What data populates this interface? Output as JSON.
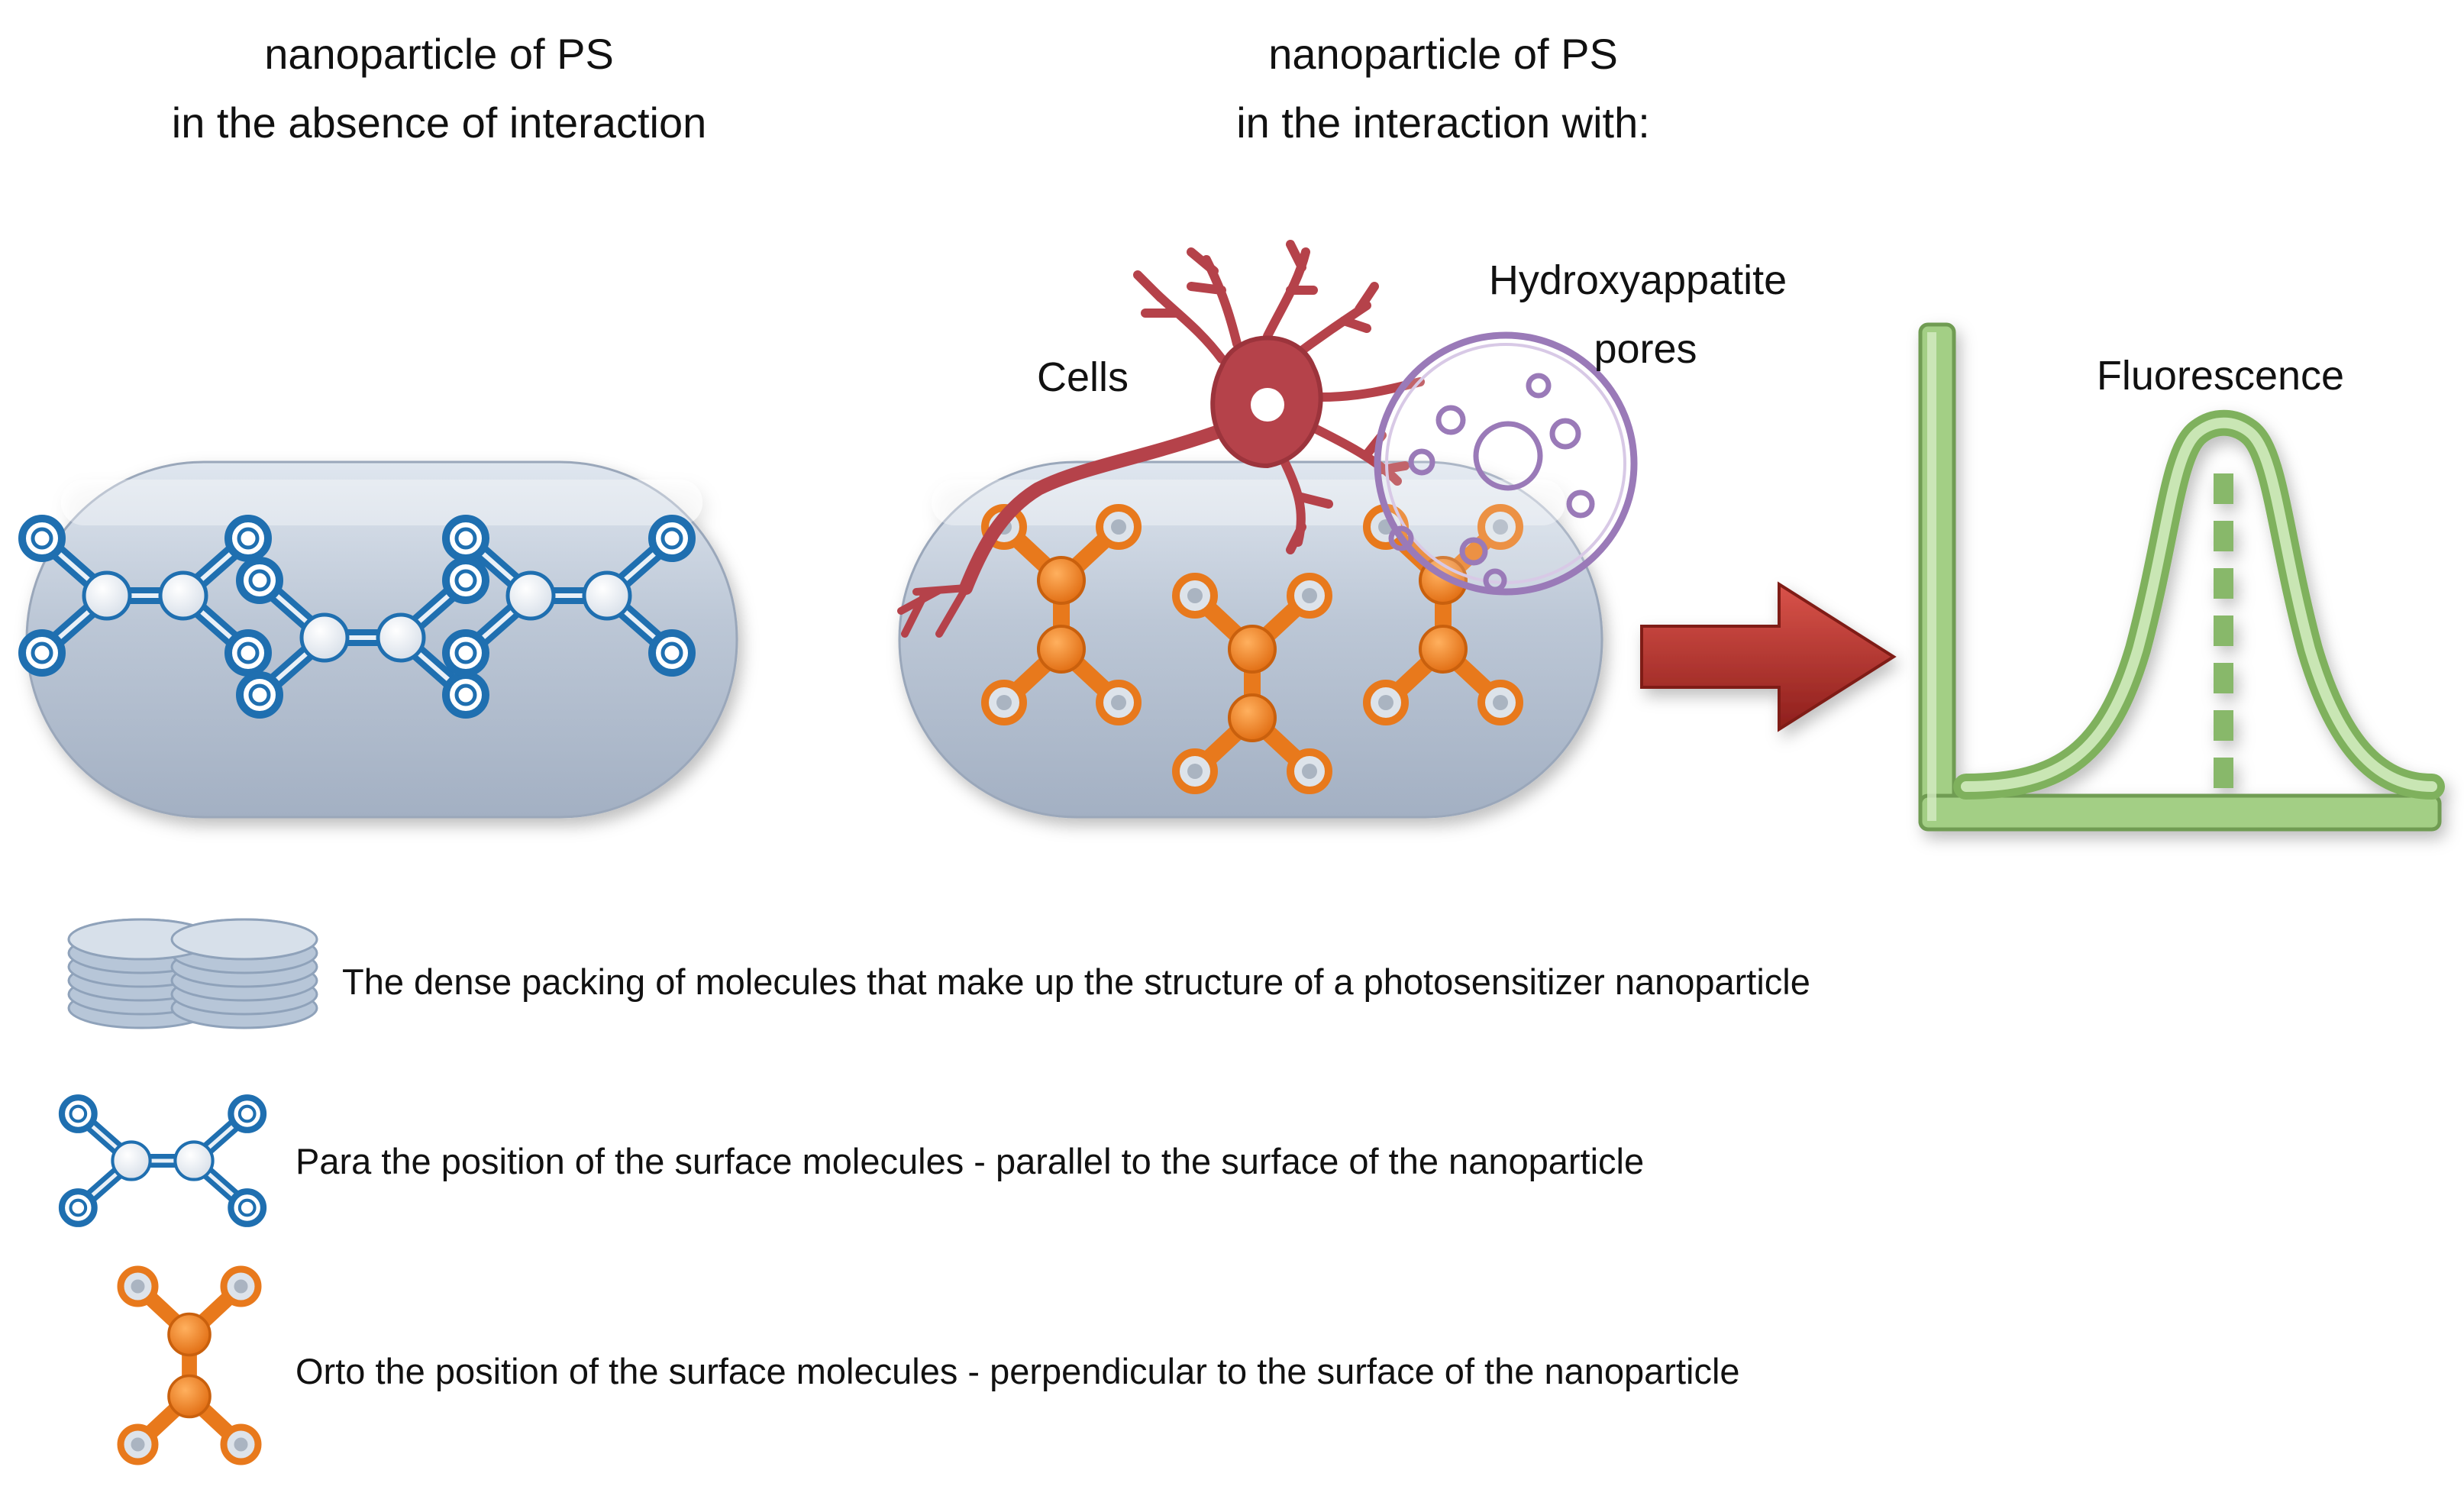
{
  "titles": {
    "left_line1": "nanoparticle of PS",
    "left_line2": "in the absence of interaction",
    "right_line1": "nanoparticle of PS",
    "right_line2": "in the interaction with:"
  },
  "labels": {
    "cells": "Cells",
    "hydroxy_line1": "Hydroxyappatite",
    "hydroxy_line2": "pores",
    "fluorescence": "Fluorescence"
  },
  "legend": [
    {
      "icon": "stacked-disks-icon",
      "text": "The dense packing of molecules that make up the structure of a photosensitizer nanoparticle"
    },
    {
      "icon": "para-molecule-icon",
      "text": "Para the position of the surface molecules - parallel to the surface of the nanoparticle"
    },
    {
      "icon": "orto-molecule-icon",
      "text": "Orto the position of the surface molecules - perpendicular to the surface of the nanoparticle"
    }
  ],
  "colors": {
    "para_blue": "#1f6fb0",
    "orto_orange": "#e8791c",
    "neuron_red": "#b5424a",
    "pore_purple": "#9a7ab8",
    "arrow_red": "#b8322c",
    "graph_green": "#8cc06a",
    "particle_gray": "#b8c4d4"
  }
}
